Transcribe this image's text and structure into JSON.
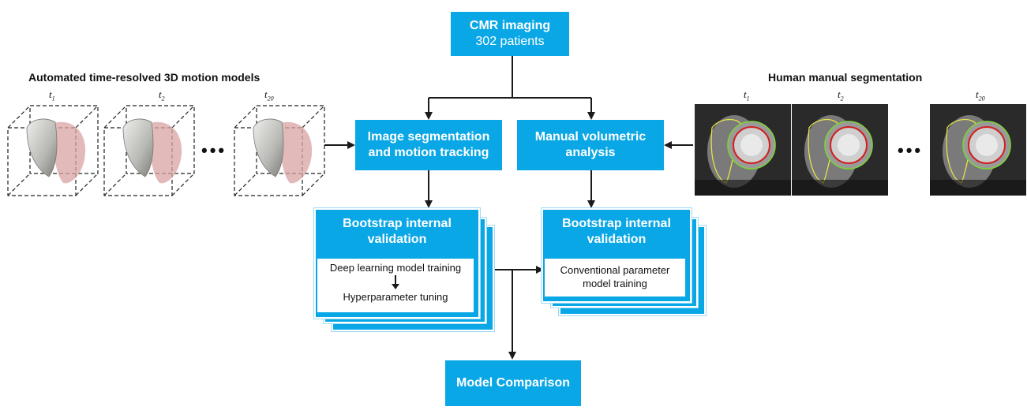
{
  "colors": {
    "blue": "#0aa7e6",
    "arrow": "#1a1a1a",
    "heart_gray": "#c9c9c6",
    "heart_red": "#d9a3a3",
    "contour_red": "#d02020",
    "contour_green": "#7fd23a",
    "contour_yellow": "#e6e24a"
  },
  "cmr": {
    "title": "CMR imaging",
    "subtitle": "302 patients"
  },
  "left_section": {
    "title": "Automated time-resolved 3D motion models",
    "time_labels": [
      "t",
      "t",
      "t"
    ],
    "time_subs": [
      "1",
      "2",
      "20"
    ],
    "ellipsis": "•••",
    "icon": "heart-model-icon"
  },
  "right_section": {
    "title": "Human manual segmentation",
    "time_labels": [
      "t",
      "t",
      "t"
    ],
    "time_subs": [
      "1",
      "2",
      "20"
    ],
    "ellipsis": "•••",
    "icon": "mri-slice-icon"
  },
  "seg_box": {
    "line1": "Image segmentation",
    "line2": "and motion tracking"
  },
  "manual_box": {
    "line1": "Manual volumetric",
    "line2": "analysis"
  },
  "bootstrap_left": {
    "line1": "Bootstrap internal",
    "line2": "validation",
    "step1": "Deep learning model training",
    "step2": "Hyperparameter tuning"
  },
  "bootstrap_right": {
    "line1": "Bootstrap internal",
    "line2": "validation",
    "step1": "Conventional parameter",
    "step2": "model training"
  },
  "comparison": {
    "label": "Model Comparison"
  }
}
